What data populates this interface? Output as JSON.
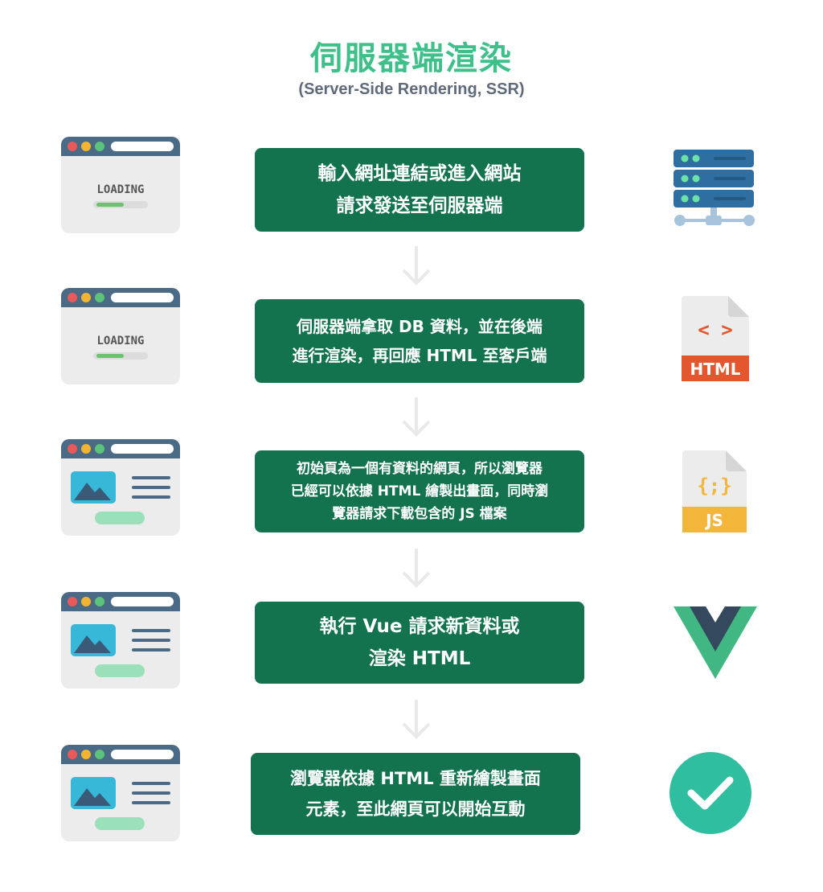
{
  "header": {
    "title": "伺服器端渲染",
    "subtitle": "(Server-Side Rendering, SSR)"
  },
  "steps": [
    {
      "browser": {
        "state": "loading",
        "label": "LOADING"
      },
      "text": "輸入網址連結或進入網站\n請求發送至伺服器端",
      "icon": {
        "name": "server-icon"
      }
    },
    {
      "browser": {
        "state": "loading",
        "label": "LOADING"
      },
      "text": "伺服器端拿取 DB 資料，並在後端\n進行渲染，再回應 HTML 至客戶端",
      "icon": {
        "name": "html-file-icon",
        "label": "HTML",
        "glyph": "< >"
      }
    },
    {
      "browser": {
        "state": "content"
      },
      "text": "初始頁為一個有資料的網頁，所以瀏覽器\n已經可以依據 HTML 繪製出畫面，同時瀏\n覽器請求下載包含的 JS 檔案",
      "icon": {
        "name": "js-file-icon",
        "label": "JS",
        "glyph": "{;}"
      }
    },
    {
      "browser": {
        "state": "content"
      },
      "text": "執行 Vue 請求新資料或\n渲染 HTML",
      "icon": {
        "name": "vue-logo-icon"
      }
    },
    {
      "browser": {
        "state": "content"
      },
      "text": "瀏覽器依據 HTML 重新繪製畫面\n元素，至此網頁可以開始互動",
      "icon": {
        "name": "check-circle-icon"
      }
    }
  ],
  "colors": {
    "accent_green": "#3fbf8a",
    "box_green": "#13734f",
    "browser_bar": "#4a6a86",
    "browser_body": "#ececec",
    "dot_red": "#e85a5a",
    "dot_yellow": "#f2b431",
    "dot_green": "#5cc37a",
    "arrow": "#e9e9e9",
    "html_orange": "#e4572e",
    "js_yellow": "#f3b63a",
    "vue_green": "#41b883",
    "vue_dark": "#35495e",
    "check_teal": "#2fbfa0"
  }
}
